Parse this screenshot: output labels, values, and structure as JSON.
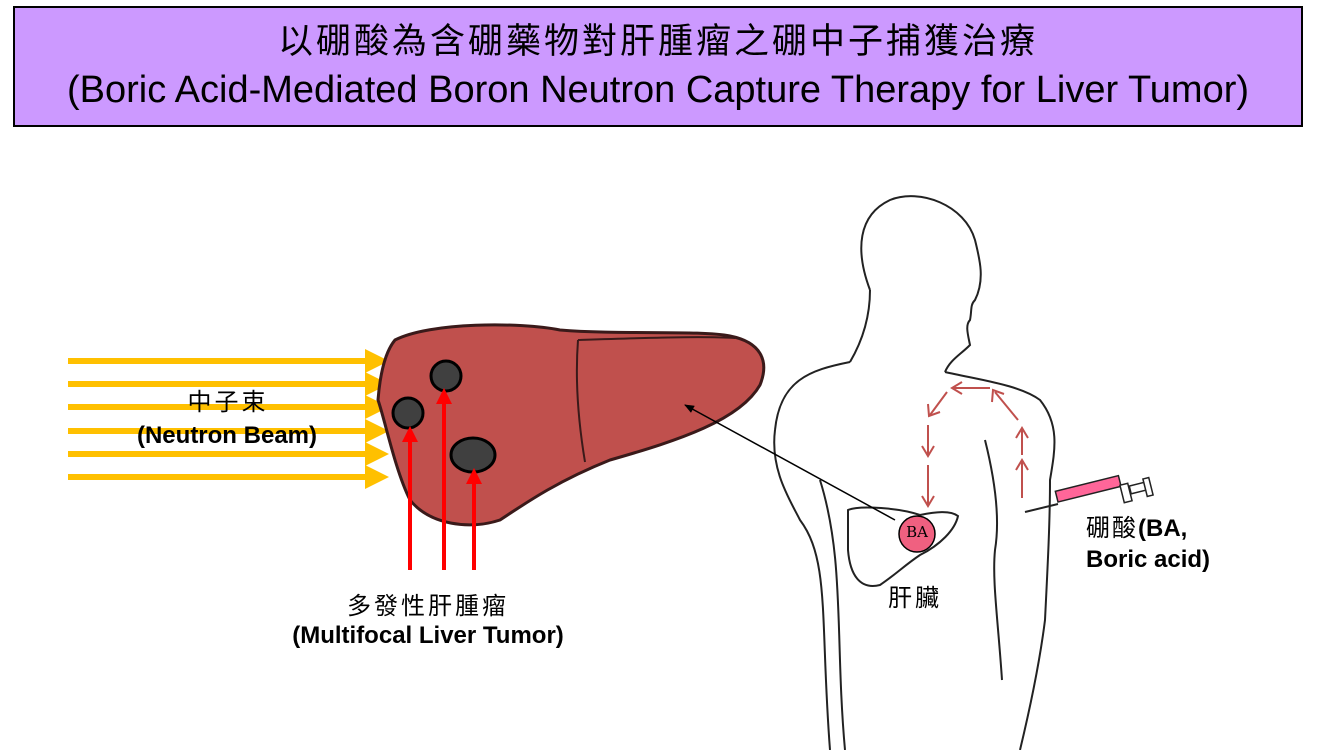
{
  "title": {
    "zh": "以硼酸為含硼藥物對肝腫瘤之硼中子捕獲治療",
    "en": "(Boric Acid-Mediated Boron Neutron Capture Therapy for Liver Tumor)"
  },
  "labels": {
    "neutron_beam_zh": "中子束",
    "neutron_beam_en": "(Neutron Beam)",
    "tumor_zh": "多發性肝腫瘤",
    "tumor_en": "(Multifocal Liver Tumor)",
    "liver_zh": "肝臟",
    "ba_badge": "BA",
    "boric_acid_zh": "硼酸",
    "boric_acid_en_line1": "(BA,",
    "boric_acid_en_line2": "Boric acid)"
  },
  "colors": {
    "title_bg": "#cc99ff",
    "beam": "#ffc000",
    "liver": "#c0504d",
    "liver_outline": "#3a1a1a",
    "tumor": "#404040",
    "pointer_red": "#ff0000",
    "flow_arrow": "#c0504d",
    "ba_badge": "#f06080",
    "syringe": "#ff6699"
  },
  "icons": [
    "neutron-beam-arrows",
    "liver-shape",
    "tumor-nodule",
    "human-body-outline",
    "syringe-icon",
    "circulation-arrows"
  ]
}
